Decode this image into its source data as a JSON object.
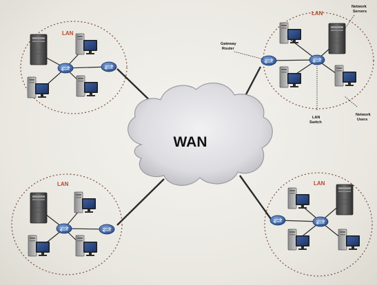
{
  "wan": {
    "label": "WAN"
  },
  "lans": {
    "top_left": {
      "label": "LAN"
    },
    "top_right": {
      "label": "LAN"
    },
    "bottom_left": {
      "label": "LAN"
    },
    "bottom_right": {
      "label": "LAN"
    }
  },
  "annotations": {
    "gateway_router_line1": "Gateway",
    "gateway_router_line2": "Router",
    "network_servers_line1": "Network",
    "network_servers_line2": "Servers",
    "network_users_line1": "Network",
    "network_users_line2": "Users",
    "lan_switch_line1": "LAN",
    "lan_switch_line2": "Switch"
  },
  "colors": {
    "lan_label": "#b5482a",
    "device_blue": "#2e4f8a",
    "server_dark": "#5c5c5c",
    "cloud_fill": "#e7e7ea",
    "line": "#2a2a2a"
  }
}
